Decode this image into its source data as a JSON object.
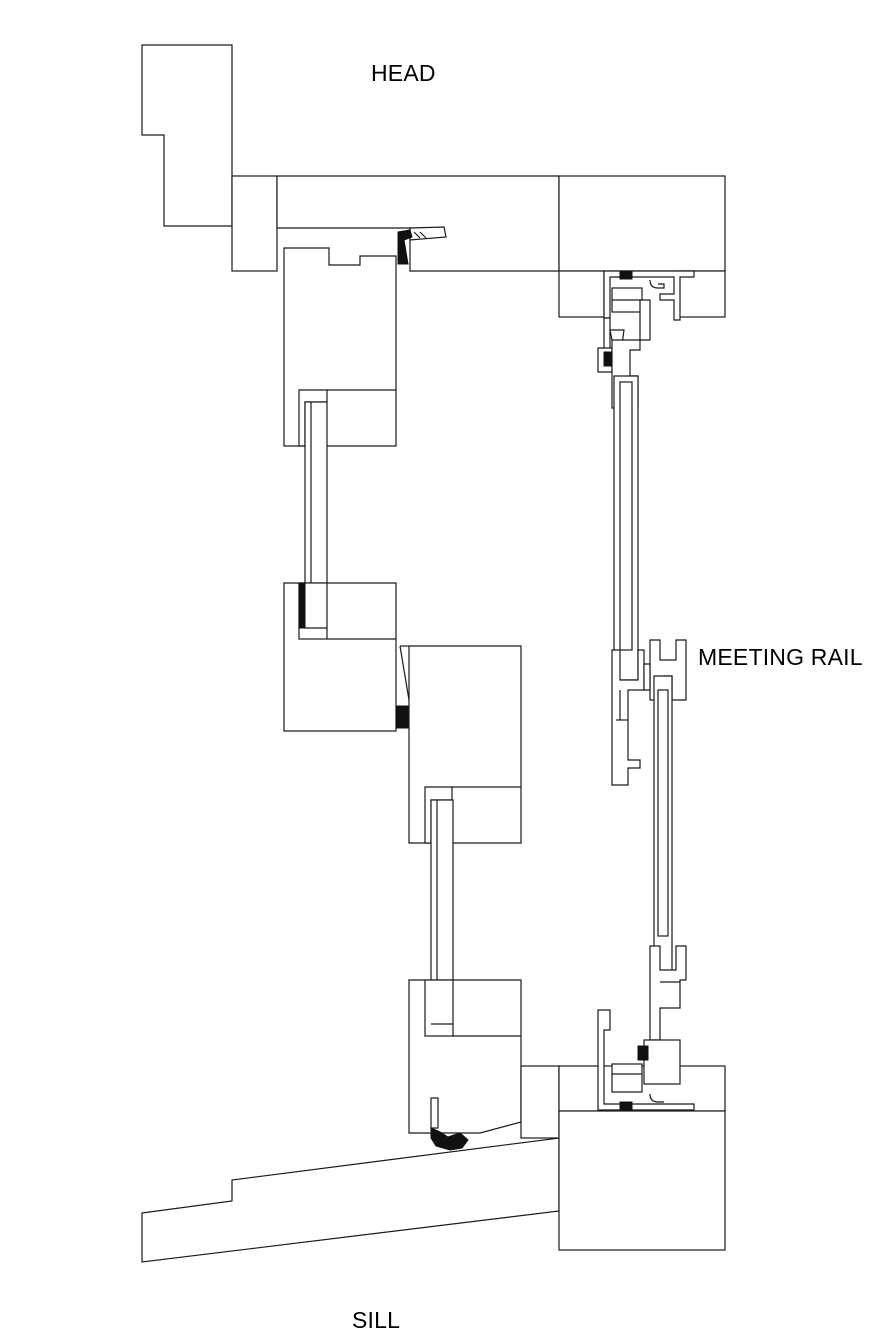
{
  "labels": {
    "head": "HEAD",
    "meeting_rail": "MEETING RAIL",
    "sill": "SILL"
  },
  "colors": {
    "line": "#1a1a1a",
    "seal": "#111111",
    "background": "#ffffff"
  }
}
